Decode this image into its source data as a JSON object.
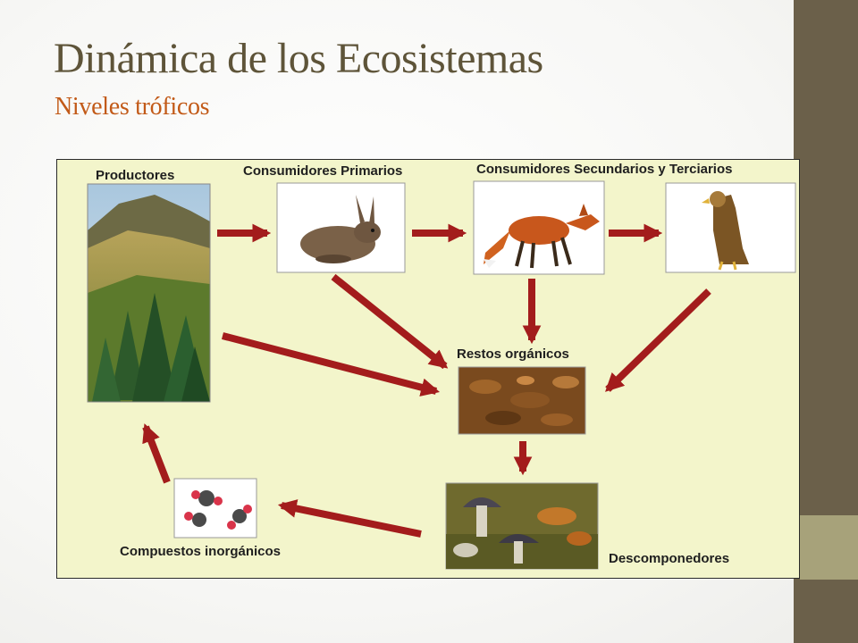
{
  "slide": {
    "title": "Dinámica de los Ecosistemas",
    "subtitle": "Niveles tróficos"
  },
  "diagram": {
    "nodes": {
      "productores": "Productores",
      "consumidores_primarios": "Consumidores Primarios",
      "consumidores_secundarios_terciarios": "Consumidores Secundarios y Terciarios",
      "restos_organicos": "Restos orgánicos",
      "descomponedores": "Descomponedores",
      "compuestos_inorganicos": "Compuestos inorgánicos"
    },
    "icons": {
      "productores": "forest-landscape-image",
      "consumidores_primarios": "rabbit-image",
      "consumidor_secundario": "fox-image",
      "consumidor_terciario": "eagle-image",
      "restos_organicos": "organic-debris-image",
      "descomponedores": "mushrooms-image",
      "compuestos_inorganicos": "molecules-image"
    },
    "colors": {
      "background": "#f3f5cb",
      "arrow": "#a31c1c",
      "sidebar": "#6b604a",
      "sidebar_accent": "#a7a27a",
      "title": "#5e5439",
      "subtitle": "#c25a18"
    }
  }
}
